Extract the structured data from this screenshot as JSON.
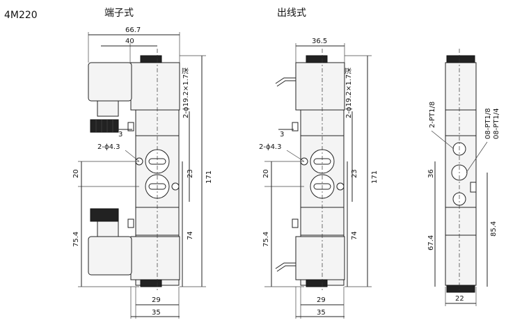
{
  "model": "4M220",
  "views": {
    "terminal": {
      "title": "端子式",
      "dims": {
        "width_total": "66.7",
        "width_coil": "40",
        "mount_holes": "2-ϕ19.2×1.7深",
        "pin_depth": "3",
        "hole_small": "2-ϕ4.3",
        "port_spacing": "23",
        "height_total": "171",
        "offset_top": "20",
        "offset_bottom": "75.4",
        "body_mid": "74",
        "base_inner": "29",
        "base_outer": "35"
      }
    },
    "wire": {
      "title": "出线式",
      "dims": {
        "width_total": "36.5",
        "mount_holes": "2-ϕ19.2×1.7深",
        "pin_depth": "3",
        "hole_small": "2-ϕ4.3",
        "port_spacing": "23",
        "height_total": "171",
        "offset_top": "20",
        "offset_bottom": "75.4",
        "body_mid": "74",
        "base_inner": "29",
        "base_outer": "35"
      }
    },
    "side": {
      "dims": {
        "port_pt18": "2-PT1/8",
        "port_pt18b": "08-PT1/8",
        "port_pt14": "08-PT1/4",
        "spacing_36": "36",
        "spacing_674": "67.4",
        "spacing_854": "85.4",
        "width_base": "22"
      }
    }
  }
}
